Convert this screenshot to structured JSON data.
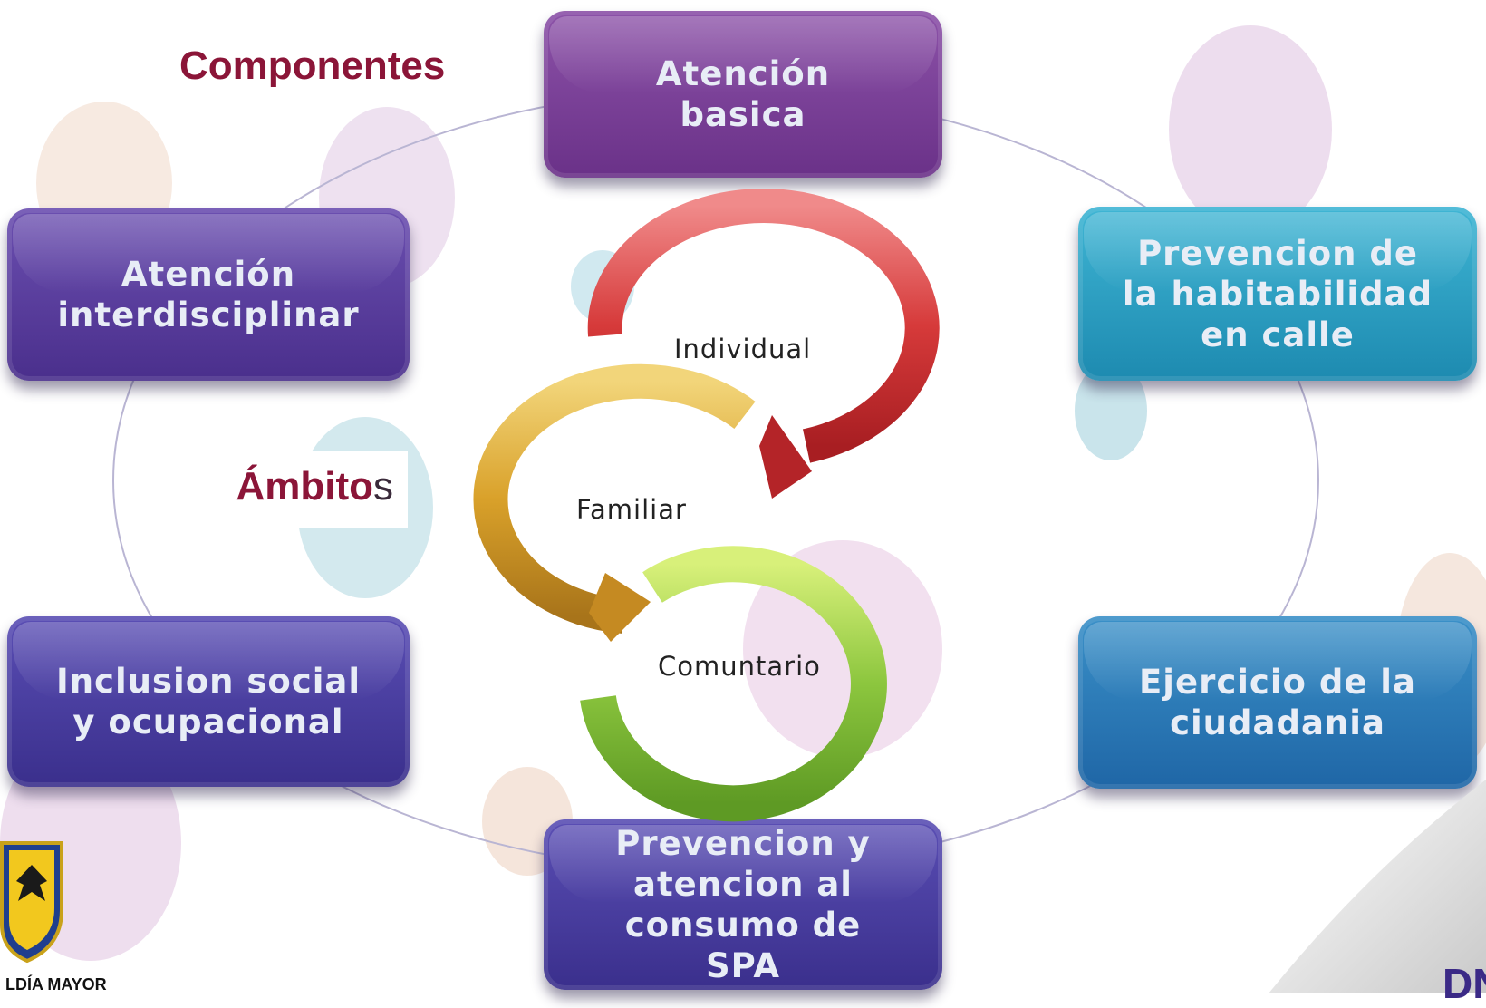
{
  "headings": {
    "components": "Componentes",
    "ambitos_main": "Ámbito",
    "ambitos_tail": "s"
  },
  "components": [
    {
      "id": "atencion-basica",
      "label": "Atención\nbasica",
      "color": "purple"
    },
    {
      "id": "prevencion-habitabilidad",
      "label": "Prevencion de\nla habitabilidad\nen calle",
      "color": "teal"
    },
    {
      "id": "ejercicio-ciudadania",
      "label": "Ejercicio de la\nciudadania",
      "color": "blue"
    },
    {
      "id": "prevencion-consumo",
      "label": "Prevencion y\natencion al\nconsumo de\nSPA",
      "color": "navy"
    },
    {
      "id": "inclusion-social",
      "label": "Inclusion social\ny ocupacional",
      "color": "navy"
    },
    {
      "id": "atencion-interdisciplinar",
      "label": "Atención\ninterdisciplinar",
      "color": "indigo"
    }
  ],
  "ambitos": [
    {
      "label": "Individual",
      "color": "#d63a3a"
    },
    {
      "label": "Familiar",
      "color": "#d9a12a"
    },
    {
      "label": "Comuntario",
      "color": "#8cc63e"
    }
  ],
  "logo": {
    "text": "LDÍA MAYOR",
    "icon": "coat-of-arms-icon"
  },
  "brand": {
    "text": "DN",
    "icon": "brand-logo-icon"
  }
}
